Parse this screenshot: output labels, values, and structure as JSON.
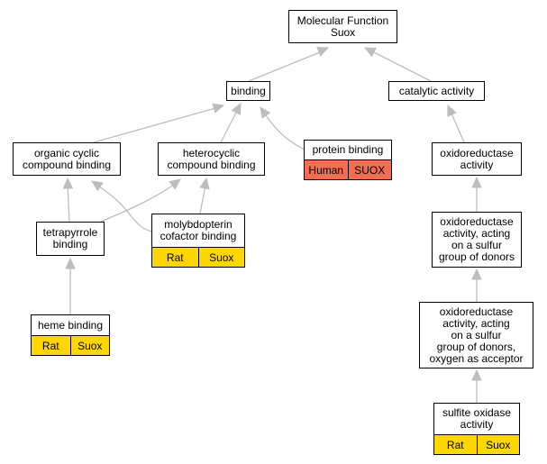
{
  "colors": {
    "edge": "#bdbdbd",
    "species_tag_rat": "#ffd700",
    "species_tag_human": "#f86c4f",
    "node_border": "#000000",
    "node_fill": "#ffffff"
  },
  "nodes": {
    "molecular_function": {
      "label": "Molecular Function\nSuox"
    },
    "binding": {
      "label": "binding"
    },
    "catalytic_activity": {
      "label": "catalytic activity"
    },
    "organic_cyclic": {
      "label": "organic cyclic\ncompound binding"
    },
    "heterocyclic": {
      "label": "heterocyclic\ncompound binding"
    },
    "protein_binding": {
      "label": "protein binding",
      "tags": [
        "Human",
        "SUOX"
      ]
    },
    "oxidoreductase": {
      "label": "oxidoreductase\nactivity"
    },
    "tetrapyrrole": {
      "label": "tetrapyrrole\nbinding"
    },
    "molybdopterin": {
      "label": "molybdopterin\ncofactor binding",
      "tags": [
        "Rat",
        "Suox"
      ]
    },
    "oxido_sulfur": {
      "label": "oxidoreductase\nactivity, acting\non a sulfur\ngroup of donors"
    },
    "heme_binding": {
      "label": "heme binding",
      "tags": [
        "Rat",
        "Suox"
      ]
    },
    "oxido_sulfur_oxygen": {
      "label": "oxidoreductase\nactivity, acting\non a sulfur\ngroup of donors,\noxygen as acceptor"
    },
    "sulfite_oxidase": {
      "label": "sulfite oxidase\nactivity",
      "tags": [
        "Rat",
        "Suox"
      ]
    }
  }
}
